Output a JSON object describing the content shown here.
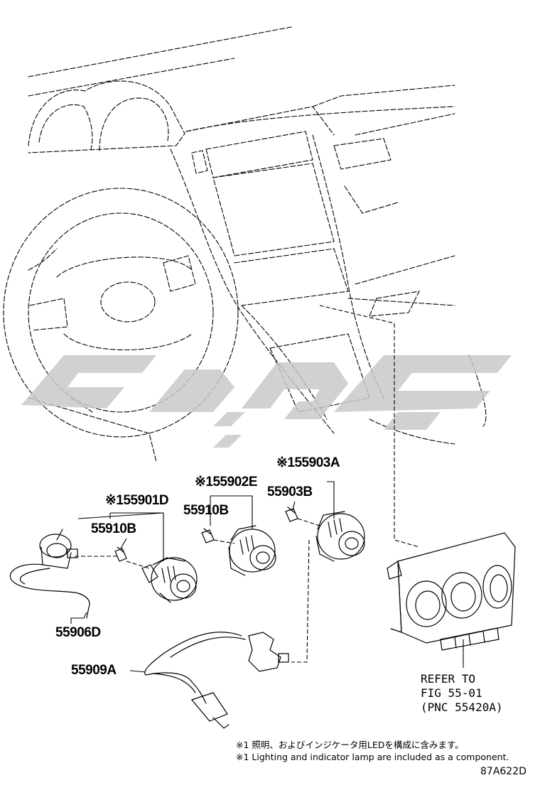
{
  "parts": {
    "p55903A": "※155903A",
    "p55903B": "55903B",
    "p55902E": "※155902E",
    "p55910B_a": "55910B",
    "p55901D": "※155901D",
    "p55910B_b": "55910B",
    "p55906D": "55906D",
    "p55909A": "55909A"
  },
  "reference": {
    "line1": "REFER TO",
    "line2": "FIG 55-01",
    "line3": "(PNC 55420A)"
  },
  "notes": {
    "jp": "※1 照明、およびインジケータ用LEDを構成に含みます。",
    "en": "※1 Lighting and indicator lamp are included as a component."
  },
  "figure_id": "87A622D",
  "colors": {
    "line": "#000000",
    "watermark": "#c9c9c9",
    "background": "#ffffff"
  }
}
